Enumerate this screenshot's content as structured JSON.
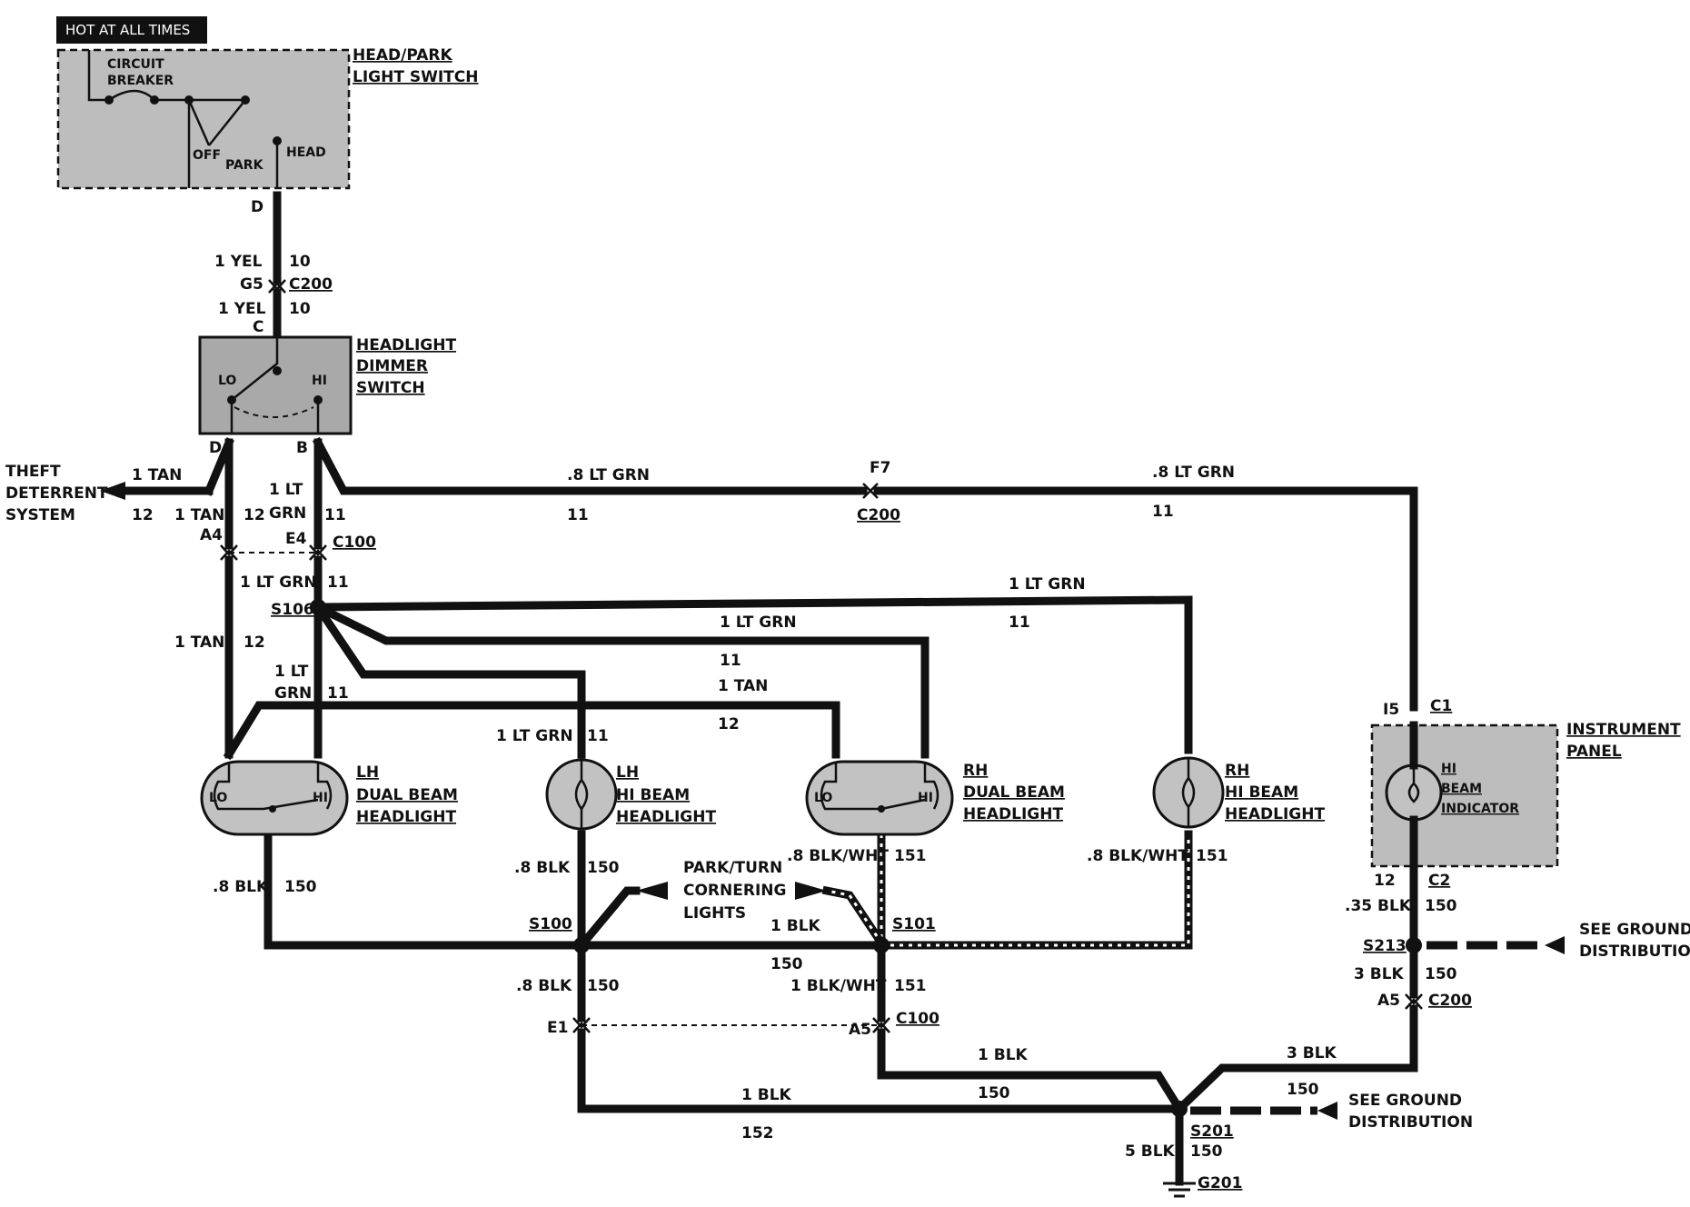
{
  "header": {
    "hot_label": "HOT AT ALL TIMES"
  },
  "components": {
    "head_park_switch": {
      "title1": "HEAD/PARK",
      "title2": "LIGHT SWITCH",
      "cb1": "CIRCUIT",
      "cb2": "BREAKER",
      "off": "OFF",
      "park": "PARK",
      "head": "HEAD",
      "pin_d": "D"
    },
    "dimmer_switch": {
      "title1": "HEADLIGHT",
      "title2": "DIMMER",
      "title3": "SWITCH",
      "lo": "LO",
      "hi": "HI",
      "pin_c": "C",
      "pin_d": "D",
      "pin_b": "B"
    },
    "theft": {
      "line1": "THEFT",
      "line2": "DETERRENT",
      "line3": "SYSTEM"
    },
    "lh_dual": {
      "line1": "LH",
      "line2": "DUAL BEAM",
      "line3": "HEADLIGHT",
      "lo": "LO",
      "hi": "HI"
    },
    "lh_hi": {
      "line1": "LH",
      "line2": "HI BEAM",
      "line3": "HEADLIGHT"
    },
    "rh_dual": {
      "line1": "RH",
      "line2": "DUAL BEAM",
      "line3": "HEADLIGHT",
      "lo": "LO",
      "hi": "HI"
    },
    "rh_hi": {
      "line1": "RH",
      "line2": "HI BEAM",
      "line3": "HEADLIGHT"
    },
    "instrument_panel": {
      "line1": "INSTRUMENT",
      "line2": "PANEL",
      "ind1": "HI",
      "ind2": "BEAM",
      "ind3": "INDICATOR"
    },
    "park_turn": {
      "line1": "PARK/TURN",
      "line2": "CORNERING",
      "line3": "LIGHTS"
    },
    "ground_ref_1": {
      "line1": "SEE GROUND",
      "line2": "DISTRIBUTION"
    },
    "ground_ref_2": {
      "line1": "SEE GROUND",
      "line2": "DISTRIBUTION"
    }
  },
  "connectors": {
    "c200": "C200",
    "g5": "G5",
    "c100": "C100",
    "a4": "A4",
    "e4": "E4",
    "f7": "F7",
    "c1": "C1",
    "i5": "I5",
    "c2": "C2",
    "a5": "A5",
    "e1": "E1"
  },
  "splices": {
    "s106": "S106",
    "s100": "S100",
    "s101": "S101",
    "s213": "S213",
    "s201": "S201",
    "g201": "G201"
  },
  "wires": {
    "yel_1": "1 YEL",
    "yel_1_num": "10",
    "yel_2": "1 YEL",
    "yel_2_num": "10",
    "tan_theft": "1 TAN",
    "tan_theft_num": "12",
    "tan_a": "1 TAN",
    "tan_a_num": "12",
    "ltgrn_b1": "1 LT",
    "ltgrn_b2": "GRN",
    "ltgrn_b_num": "11",
    "ltgrn_top_l": ".8 LT GRN",
    "ltgrn_top_l_num": "11",
    "ltgrn_top_r": ".8  LT GRN",
    "ltgrn_top_r_num": "11",
    "ltgrn_s106": "1 LT GRN",
    "ltgrn_s106_num": "11",
    "tan_b": "1 TAN",
    "tan_b_num": "12",
    "ltgrn_c1": "1 LT",
    "ltgrn_c2": "GRN",
    "ltgrn_c_num": "11",
    "ltgrn_rhhi": "1 LT GRN",
    "ltgrn_rhhi_num": "11",
    "ltgrn_rhdual": "1 LT GRN",
    "ltgrn_rhdual_num": "11",
    "tan_rhdual": "1 TAN",
    "tan_rhdual_num": "12",
    "ltgrn_lhhi": "1 LT GRN",
    "ltgrn_lhhi_num": "11",
    "blk_lhdual": ".8 BLK",
    "blk_lhdual_num": "150",
    "blk_lhhi": ".8 BLK",
    "blk_lhhi_num": "150",
    "blkwht_rhdual": ".8 BLK/WHT",
    "blkwht_rhdual_num": "151",
    "blkwht_rhhi": ".8 BLK/WHT",
    "blkwht_rhhi_num": "151",
    "blk_park": "1 BLK",
    "blk_ground_num": "150",
    "blk_s100": ".8 BLK",
    "blk_s100_num": "150",
    "blkwht_s101": "1 BLK/WHT",
    "blkwht_s101_num": "151",
    "blk_c2": ".35 BLK",
    "blk_c2_num": "150",
    "c2_top_num": "12",
    "blk_s213": "3 BLK",
    "blk_s213_num": "150",
    "blk_a5": "1 BLK",
    "blk_a5_num": "150",
    "blk_s213b": "3 BLK",
    "blk_s213b_num": "150",
    "blk_e1": "1 BLK",
    "blk_e1_num": "152",
    "blk_g201": "5 BLK",
    "blk_g201_num": "150"
  }
}
